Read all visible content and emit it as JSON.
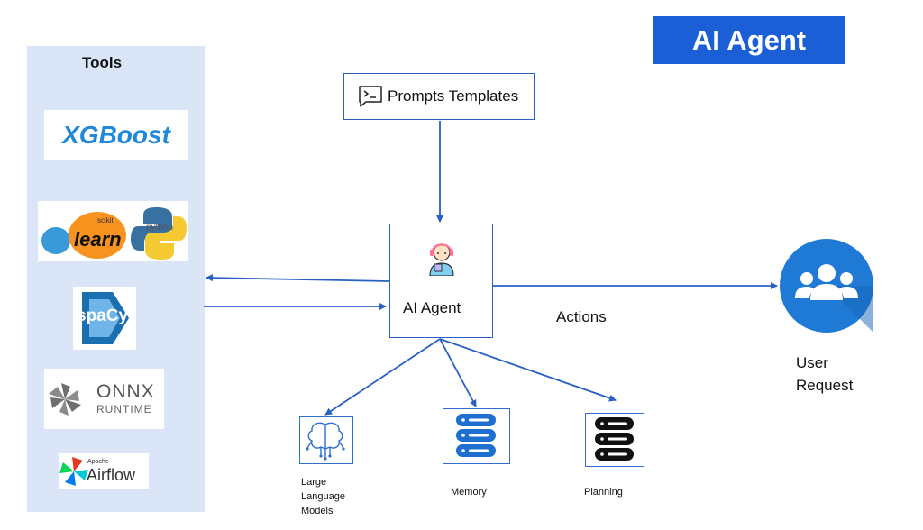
{
  "header": {
    "badge_label": "AI Agent"
  },
  "tools": {
    "title": "Tools",
    "logos": {
      "xgboost": "XGBoost",
      "sklearn_small": "scikit",
      "sklearn": "learn",
      "python": "python",
      "spacy": "spaCy",
      "onnx_line1": "ONNX",
      "onnx_line2": "RUNTIME",
      "airflow_small": "Apache",
      "airflow": "Airflow"
    }
  },
  "prompts": {
    "label": "Prompts Templates"
  },
  "agent": {
    "label": "AI Agent"
  },
  "actions": {
    "label": "Actions"
  },
  "user": {
    "line1": "User",
    "line2": "Request"
  },
  "components": {
    "llm": {
      "line1": "Large",
      "line2": "Language",
      "line3": "Models"
    },
    "memory": {
      "label": "Memory"
    },
    "planning": {
      "label": "Planning"
    }
  },
  "colors": {
    "accent": "#1a5fd6",
    "arrow": "#2860c4",
    "panel": "#dae6f8"
  }
}
